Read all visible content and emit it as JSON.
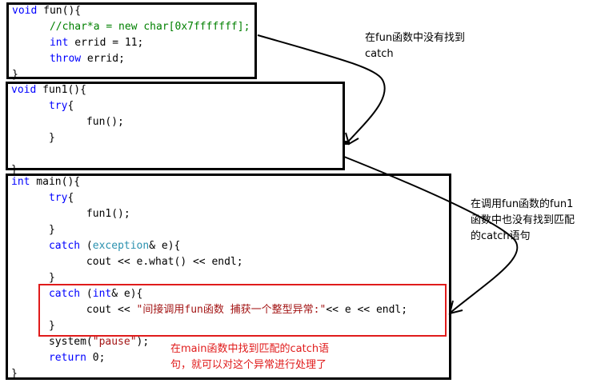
{
  "box_fun": {
    "lines": [
      {
        "parts": [
          {
            "t": "void",
            "c": "kw"
          },
          {
            "t": " fun(){",
            "c": ""
          }
        ]
      },
      {
        "parts": [
          {
            "t": "      //char*a = new char[0x7fffffff];",
            "c": "cm"
          }
        ]
      },
      {
        "parts": [
          {
            "t": "      ",
            "c": ""
          },
          {
            "t": "int",
            "c": "kw"
          },
          {
            "t": " errid = 11;",
            "c": ""
          }
        ]
      },
      {
        "parts": [
          {
            "t": "      ",
            "c": ""
          },
          {
            "t": "throw",
            "c": "kw"
          },
          {
            "t": " errid;",
            "c": ""
          }
        ]
      },
      {
        "parts": [
          {
            "t": "}",
            "c": ""
          }
        ]
      }
    ]
  },
  "box_fun1": {
    "lines": [
      {
        "parts": [
          {
            "t": "void",
            "c": "kw"
          },
          {
            "t": " fun1(){",
            "c": ""
          }
        ]
      },
      {
        "parts": [
          {
            "t": "      ",
            "c": ""
          },
          {
            "t": "try",
            "c": "kw"
          },
          {
            "t": "{",
            "c": ""
          }
        ]
      },
      {
        "parts": [
          {
            "t": "            fun();",
            "c": ""
          }
        ]
      },
      {
        "parts": [
          {
            "t": "      }",
            "c": ""
          }
        ]
      },
      {
        "parts": [
          {
            "t": "",
            "c": ""
          }
        ]
      },
      {
        "parts": [
          {
            "t": "}",
            "c": ""
          }
        ]
      }
    ]
  },
  "box_main": {
    "lines": [
      {
        "parts": [
          {
            "t": "int",
            "c": "kw"
          },
          {
            "t": " main(){",
            "c": ""
          }
        ]
      },
      {
        "parts": [
          {
            "t": "      ",
            "c": ""
          },
          {
            "t": "try",
            "c": "kw"
          },
          {
            "t": "{",
            "c": ""
          }
        ]
      },
      {
        "parts": [
          {
            "t": "            fun1();",
            "c": ""
          }
        ]
      },
      {
        "parts": [
          {
            "t": "      }",
            "c": ""
          }
        ]
      },
      {
        "parts": [
          {
            "t": "      ",
            "c": ""
          },
          {
            "t": "catch",
            "c": "kw"
          },
          {
            "t": " (",
            "c": ""
          },
          {
            "t": "exception",
            "c": "ty"
          },
          {
            "t": "& e){",
            "c": ""
          }
        ]
      },
      {
        "parts": [
          {
            "t": "            cout << e.what() << endl;",
            "c": ""
          }
        ]
      },
      {
        "parts": [
          {
            "t": "      }",
            "c": ""
          }
        ]
      },
      {
        "parts": [
          {
            "t": "      ",
            "c": ""
          },
          {
            "t": "catch",
            "c": "kw"
          },
          {
            "t": " (",
            "c": ""
          },
          {
            "t": "int",
            "c": "kw"
          },
          {
            "t": "& e){",
            "c": ""
          }
        ]
      },
      {
        "parts": [
          {
            "t": "            cout << ",
            "c": ""
          },
          {
            "t": "\"间接调用fun函数 捕获一个整型异常:\"",
            "c": "st"
          },
          {
            "t": "<< e << endl;",
            "c": ""
          }
        ]
      },
      {
        "parts": [
          {
            "t": "      }",
            "c": ""
          }
        ]
      },
      {
        "parts": [
          {
            "t": "      system(",
            "c": ""
          },
          {
            "t": "\"pause\"",
            "c": "st"
          },
          {
            "t": ");",
            "c": ""
          }
        ]
      },
      {
        "parts": [
          {
            "t": "      ",
            "c": ""
          },
          {
            "t": "return",
            "c": "kw"
          },
          {
            "t": " 0;",
            "c": ""
          }
        ]
      },
      {
        "parts": [
          {
            "t": "}",
            "c": ""
          }
        ]
      }
    ]
  },
  "annotations": {
    "note1": "在fun函数中没有找到\ncatch",
    "note2": "在调用fun函数的fun1\n函数中也没有找到匹配\n的catch语句",
    "note3": "在main函数中找到匹配的catch语\n句，就可以对这个异常进行处理了"
  },
  "colors": {
    "keyword": "#0000ff",
    "comment": "#008000",
    "type": "#2b91af",
    "string": "#a31515",
    "highlight_box": "#e01b1b",
    "highlight_text": "#e01b1b"
  }
}
